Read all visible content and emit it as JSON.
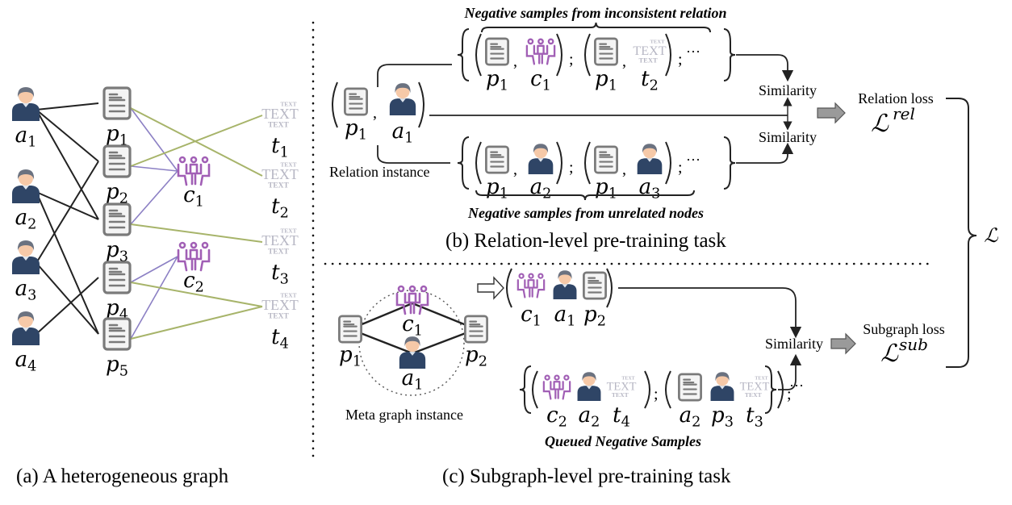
{
  "figure": {
    "panels": {
      "a": {
        "caption": "(a) A heterogeneous graph",
        "authors": [
          {
            "id": "a1",
            "label": "a",
            "sub": "1"
          },
          {
            "id": "a2",
            "label": "a",
            "sub": "2"
          },
          {
            "id": "a3",
            "label": "a",
            "sub": "3"
          },
          {
            "id": "a4",
            "label": "a",
            "sub": "4"
          }
        ],
        "papers": [
          {
            "id": "p1",
            "label": "p",
            "sub": "1"
          },
          {
            "id": "p2",
            "label": "p",
            "sub": "2"
          },
          {
            "id": "p3",
            "label": "p",
            "sub": "3"
          },
          {
            "id": "p4",
            "label": "p",
            "sub": "4"
          },
          {
            "id": "p5",
            "label": "p",
            "sub": "5"
          }
        ],
        "conferences": [
          {
            "id": "c1",
            "label": "c",
            "sub": "1"
          },
          {
            "id": "c2",
            "label": "c",
            "sub": "2"
          }
        ],
        "terms": [
          {
            "id": "t1",
            "label": "t",
            "sub": "1"
          },
          {
            "id": "t2",
            "label": "t",
            "sub": "2"
          },
          {
            "id": "t3",
            "label": "t",
            "sub": "3"
          },
          {
            "id": "t4",
            "label": "t",
            "sub": "4"
          }
        ],
        "edges_author_paper": [
          [
            "a1",
            "p1"
          ],
          [
            "a1",
            "p3"
          ],
          [
            "a1",
            "p2"
          ],
          [
            "a2",
            "p3"
          ],
          [
            "a2",
            "p5"
          ],
          [
            "a3",
            "p2"
          ],
          [
            "a3",
            "p5"
          ],
          [
            "a4",
            "p4"
          ]
        ],
        "edges_paper_conf": [
          [
            "p1",
            "c1"
          ],
          [
            "p2",
            "c1"
          ],
          [
            "p3",
            "c1"
          ],
          [
            "p4",
            "c2"
          ],
          [
            "p5",
            "c2"
          ]
        ],
        "edges_paper_term": [
          [
            "p1",
            "t2"
          ],
          [
            "p2",
            "t1"
          ],
          [
            "p3",
            "t3"
          ],
          [
            "p4",
            "t4"
          ],
          [
            "p5",
            "t4"
          ]
        ]
      },
      "b": {
        "caption": "(b) Relation-level pre-training task",
        "relation_instance_label": "Relation instance",
        "instance": [
          {
            "label": "p",
            "sub": "1"
          },
          {
            "label": "a",
            "sub": "1"
          }
        ],
        "neg_inconsistent_title": "Negative samples  from inconsistent relation",
        "neg_inconsistent": [
          [
            {
              "label": "p",
              "sub": "1"
            },
            {
              "label": "c",
              "sub": "1"
            }
          ],
          [
            {
              "label": "p",
              "sub": "1"
            },
            {
              "label": "t",
              "sub": "2"
            }
          ]
        ],
        "neg_unrelated_title": "Negative samples  from unrelated nodes",
        "neg_unrelated": [
          [
            {
              "label": "p",
              "sub": "1"
            },
            {
              "label": "a",
              "sub": "2"
            }
          ],
          [
            {
              "label": "p",
              "sub": "1"
            },
            {
              "label": "a",
              "sub": "3"
            }
          ]
        ],
        "similarity_label": "Similarity",
        "loss_label": "Relation loss",
        "loss_symbol": "ℒ",
        "loss_sup": "rel"
      },
      "c": {
        "caption": "(c)  Subgraph-level pre-training task",
        "meta_graph_label": "Meta graph instance",
        "meta_nodes": [
          {
            "label": "p",
            "sub": "1"
          },
          {
            "label": "c",
            "sub": "1"
          },
          {
            "label": "a",
            "sub": "1"
          },
          {
            "label": "p",
            "sub": "2"
          }
        ],
        "positive": [
          {
            "label": "c",
            "sub": "1"
          },
          {
            "label": "a",
            "sub": "1"
          },
          {
            "label": "p",
            "sub": "2"
          }
        ],
        "queued": [
          [
            {
              "label": "c",
              "sub": "2"
            },
            {
              "label": "a",
              "sub": "2"
            },
            {
              "label": "t",
              "sub": "4"
            }
          ],
          [
            {
              "label": "a",
              "sub": "2"
            },
            {
              "label": "p",
              "sub": "3"
            },
            {
              "label": "t",
              "sub": "3"
            }
          ]
        ],
        "queued_title": "Queued Negative Samples",
        "similarity_label": "Similarity",
        "loss_label": "Subgraph loss",
        "loss_symbol": "ℒ",
        "loss_sup": "sub"
      }
    },
    "total_loss_symbol": "ℒ",
    "ellipsis": "···",
    "text_icon_words": [
      "TEXT",
      "TEXT",
      "TEXT"
    ],
    "colors": {
      "author_body": "#2f4566",
      "author_face": "#f6c9a8",
      "author_hair": "#6b7280",
      "paper": "#7a7a7a",
      "conference": "#a15fb5",
      "term": "#b7b7c4",
      "edge_author_paper": "#222222",
      "edge_paper_conf": "#8c80c4",
      "edge_paper_term": "#a7b46a",
      "arrow_fill": "#9a9a9a"
    }
  }
}
